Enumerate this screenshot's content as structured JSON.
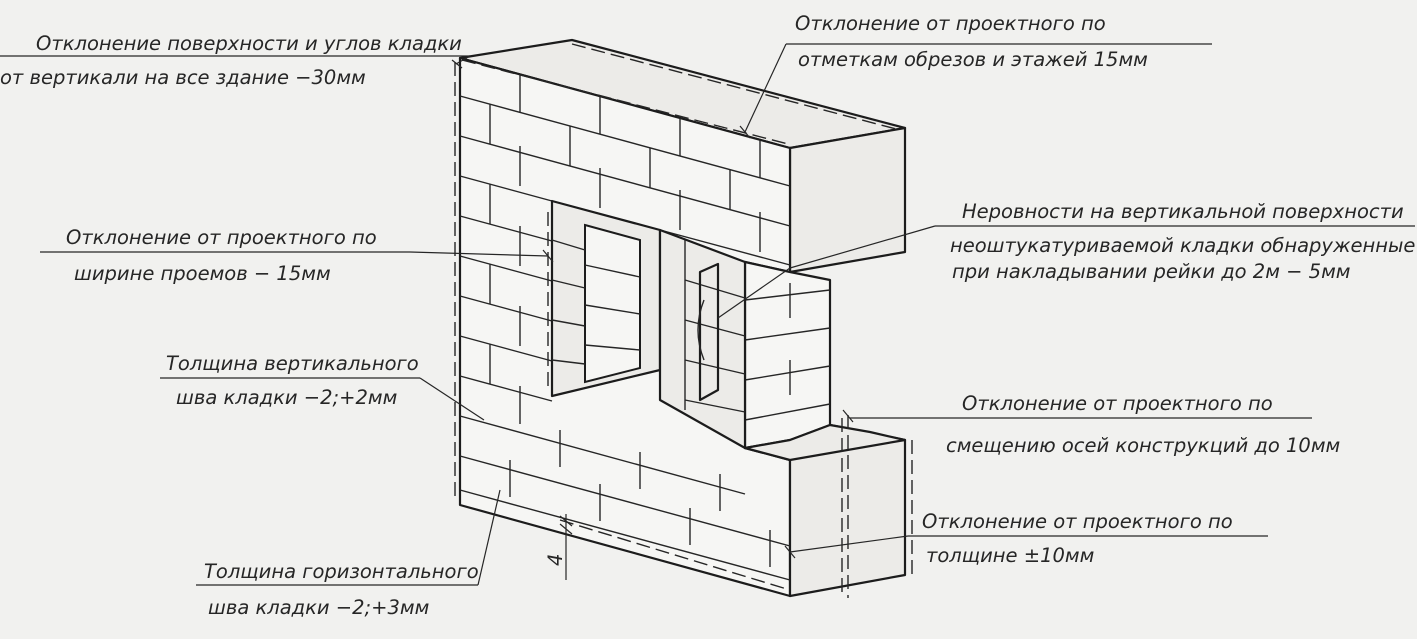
{
  "labels": {
    "surface_deviation_1": "Отклонение поверхности и углов кладки",
    "surface_deviation_2": "от вертикали на все здание −30мм",
    "elevation_deviation_1": "Отклонение от проектного по",
    "elevation_deviation_2": "отметкам обрезов и этажей 15мм",
    "opening_width_1": "Отклонение от проектного по",
    "opening_width_2": "ширине проемов − 15мм",
    "unevenness_1": "Неровности на вертикальной поверхности",
    "unevenness_2": "неоштукатуриваемой кладки обнаруженные",
    "unevenness_3": "при накладывании рейки до 2м − 5мм",
    "vertical_joint_1": "Толщина вертикального",
    "vertical_joint_2": "шва кладки   −2;+2мм",
    "axis_offset_1": "Отклонение от проектного по",
    "axis_offset_2": "смещению осей конструкций до 10мм",
    "thickness_1": "Отклонение от проектного по",
    "thickness_2": "толщине  ±10мм",
    "horizontal_joint_1": "Толщина горизонтального",
    "horizontal_joint_2": "шва кладки   −2;+3мм",
    "dim_marker": "4"
  }
}
